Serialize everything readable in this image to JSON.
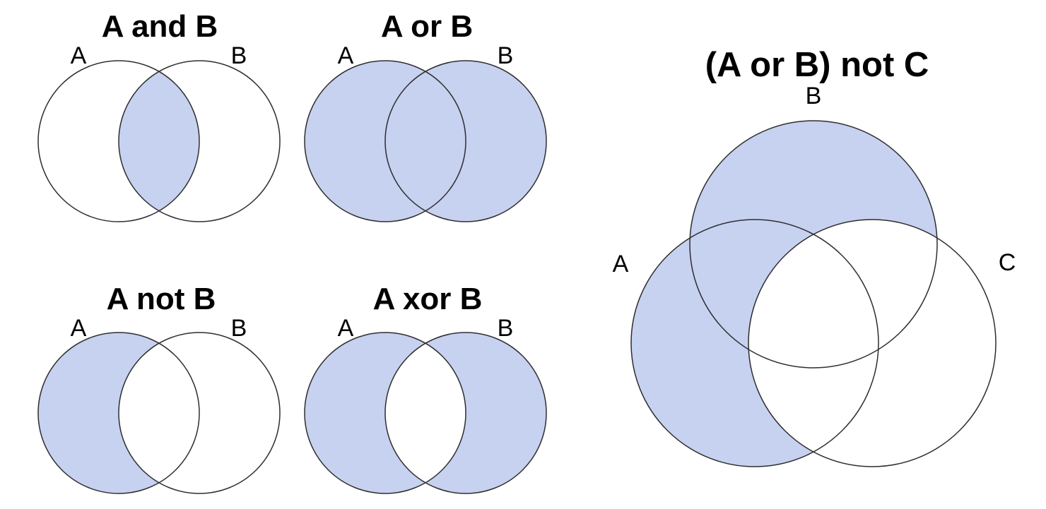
{
  "colors": {
    "shade_fill": "#c7d2f1",
    "circle_stroke": "#2e2e2e",
    "background": "#ffffff",
    "text": "#000000"
  },
  "diagrams": {
    "and": {
      "title": "A and B",
      "label_a": "A",
      "label_b": "B",
      "shaded": "intersection of A and B"
    },
    "or": {
      "title": "A or B",
      "label_a": "A",
      "label_b": "B",
      "shaded": "union of A and B"
    },
    "not": {
      "title": "A not B",
      "label_a": "A",
      "label_b": "B",
      "shaded": "A minus B"
    },
    "xor": {
      "title": "A xor B",
      "label_a": "A",
      "label_b": "B",
      "shaded": "symmetric difference of A and B"
    },
    "aorb_not_c": {
      "title": "(A or B) not C",
      "label_a": "A",
      "label_b": "B",
      "label_c": "C",
      "shaded": "union of A and B, minus C"
    }
  }
}
